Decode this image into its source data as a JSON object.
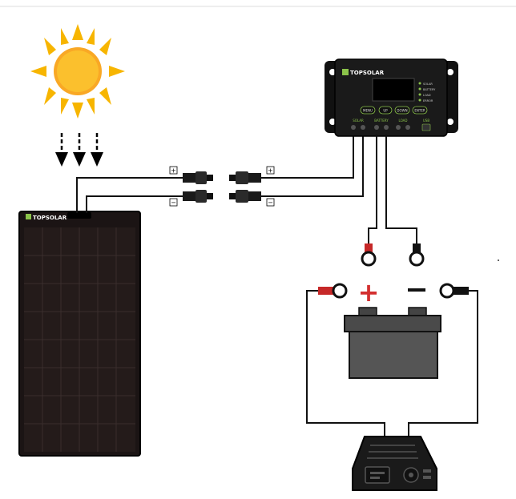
{
  "brand": {
    "panel_logo": "TOPSOLAR",
    "controller_logo": "TOPSOLAR"
  },
  "controller": {
    "status_leds": [
      "SOLAR",
      "BATTERY",
      "LOAD",
      "ERROR"
    ],
    "buttons": [
      "MENU",
      "UP",
      "DOWN",
      "ENTER"
    ],
    "ports": [
      "SOLAR",
      "BATTERY",
      "LOAD"
    ],
    "usb_label": "USB",
    "accent_color": "#8bc34a"
  },
  "connectors": {
    "positive_symbol": "+",
    "negative_symbol": "−"
  },
  "battery": {
    "positive_symbol": "+",
    "negative_symbol": "−",
    "positive_color": "#d32f2f",
    "negative_color": "#111111"
  },
  "icons": [
    "sun-icon",
    "sunlight-arrows-icon",
    "solar-panel-icon",
    "charge-controller-icon",
    "battery-icon",
    "inverter-icon"
  ]
}
